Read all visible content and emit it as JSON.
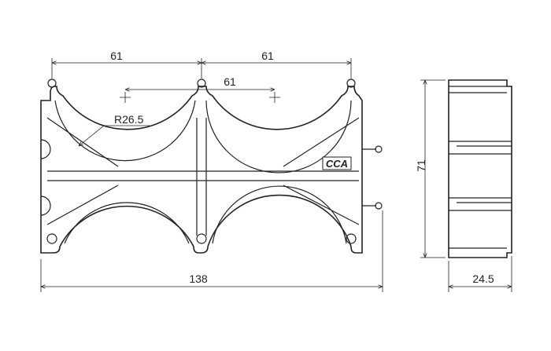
{
  "drawing": {
    "dimensions": {
      "top_left": "61",
      "top_right": "61",
      "inner_center": "61",
      "radius": "R26.5",
      "width_total": "138",
      "height_side": "71",
      "depth_side": "24.5"
    },
    "logo_text": "CCA"
  }
}
